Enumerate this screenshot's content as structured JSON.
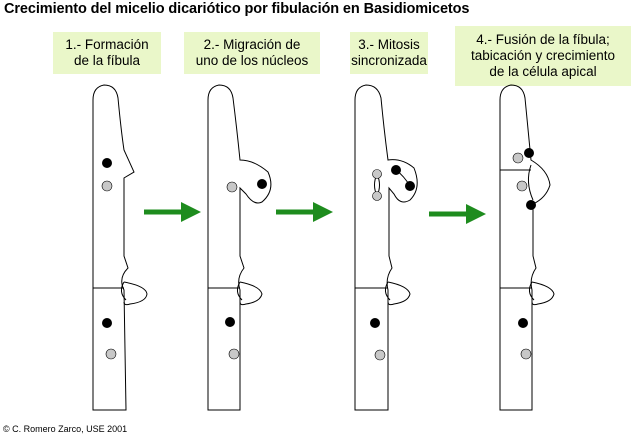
{
  "title": "Crecimiento del micelio dicariótico por fibulación en Basidiomicetos",
  "steps": [
    {
      "lines": [
        "1.- Formación",
        "de la fíbula"
      ]
    },
    {
      "lines": [
        "2.- Migración de",
        "uno de los núcleos"
      ]
    },
    {
      "lines": [
        "3.- Mitosis",
        "sincronizada"
      ]
    },
    {
      "lines": [
        "4.- Fusión de la fíbula;",
        "tabicación y crecimiento",
        "de la célula apical"
      ]
    }
  ],
  "copyright": "© C. Romero Zarco, USE 2001",
  "colors": {
    "label_bg": "#eaf7c9",
    "arrow": "#1e8c1e",
    "nucleus_dark": "#000000",
    "nucleus_light": "#c8c8c8",
    "outline": "#000000"
  }
}
